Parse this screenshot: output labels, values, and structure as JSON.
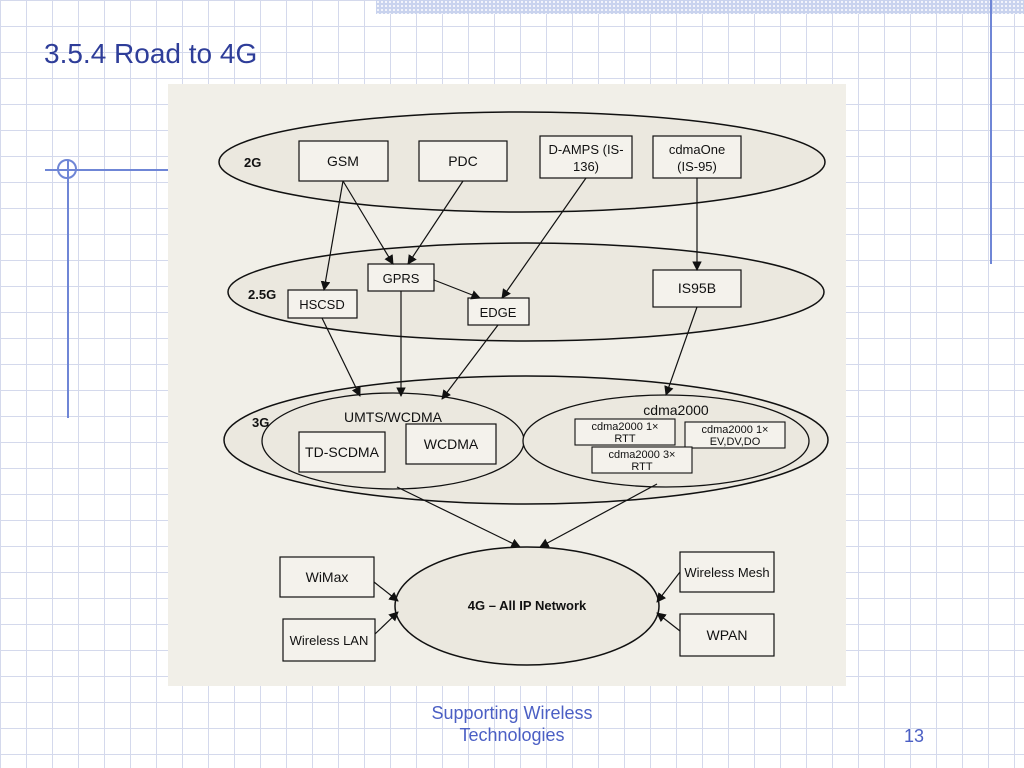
{
  "slide": {
    "title": "3.5.4 Road to 4G",
    "footer_line1": "Supporting Wireless",
    "footer_line2": "Technologies",
    "page_number": "13"
  },
  "diagram": {
    "tiers": {
      "g2": "2G",
      "g25": "2.5G",
      "g3": "3G"
    },
    "nodes": {
      "gsm": "GSM",
      "pdc": "PDC",
      "damps_l1": "D-AMPS (IS-",
      "damps_l2": "136)",
      "cdmaone_l1": "cdmaOne",
      "cdmaone_l2": "(IS-95)",
      "gprs": "GPRS",
      "hscsd": "HSCSD",
      "edge": "EDGE",
      "is95b": "IS95B",
      "umts_group": "UMTS/WCDMA",
      "td_scdma": "TD-SCDMA",
      "wcdma": "WCDMA",
      "cdma2000_group": "cdma2000",
      "cdma2000_1x_rtt_l1": "cdma2000 1×",
      "cdma2000_1x_rtt_l2": "RTT",
      "cdma2000_1x_ev_l1": "cdma2000 1×",
      "cdma2000_1x_ev_l2": "EV,DV,DO",
      "cdma2000_3x_l1": "cdma2000 3×",
      "cdma2000_3x_l2": "RTT",
      "network_4g": "4G – All IP Network",
      "wimax": "WiMax",
      "wireless_lan": "Wireless LAN",
      "wireless_mesh": "Wireless Mesh",
      "wpan": "WPAN"
    }
  },
  "colors": {
    "title": "#2e3d99",
    "footer": "#4b5fc4",
    "grid": "#d4d9ec",
    "accent_lines": "#6f86d6",
    "figure_bg": "#f1efe8"
  }
}
